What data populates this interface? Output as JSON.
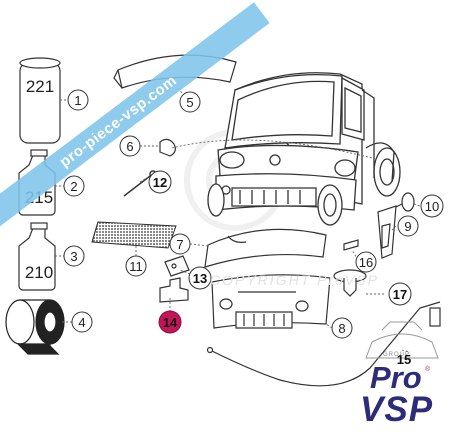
{
  "watermark": {
    "ribbon_text": "pro-piece-vsp.com",
    "copyright_text": "COPYRIGHT ProVSP"
  },
  "logo": {
    "group": "GROUP",
    "pro": "Pro",
    "vsp": "VSP",
    "reg": "®"
  },
  "cans": [
    {
      "code": "221"
    },
    {
      "code": "215"
    },
    {
      "code": "210"
    }
  ],
  "callouts": [
    {
      "num": "1"
    },
    {
      "num": "2"
    },
    {
      "num": "3"
    },
    {
      "num": "4"
    },
    {
      "num": "5"
    },
    {
      "num": "6"
    },
    {
      "num": "7"
    },
    {
      "num": "8"
    },
    {
      "num": "9"
    },
    {
      "num": "10"
    },
    {
      "num": "11"
    },
    {
      "num": "12"
    },
    {
      "num": "13"
    },
    {
      "num": "14"
    },
    {
      "num": "15"
    },
    {
      "num": "16"
    },
    {
      "num": "17"
    }
  ],
  "colors": {
    "line": "#333333",
    "highlight": "#c4145a",
    "ribbon": "#7fc4ea",
    "logo": "#2c2c7a"
  }
}
